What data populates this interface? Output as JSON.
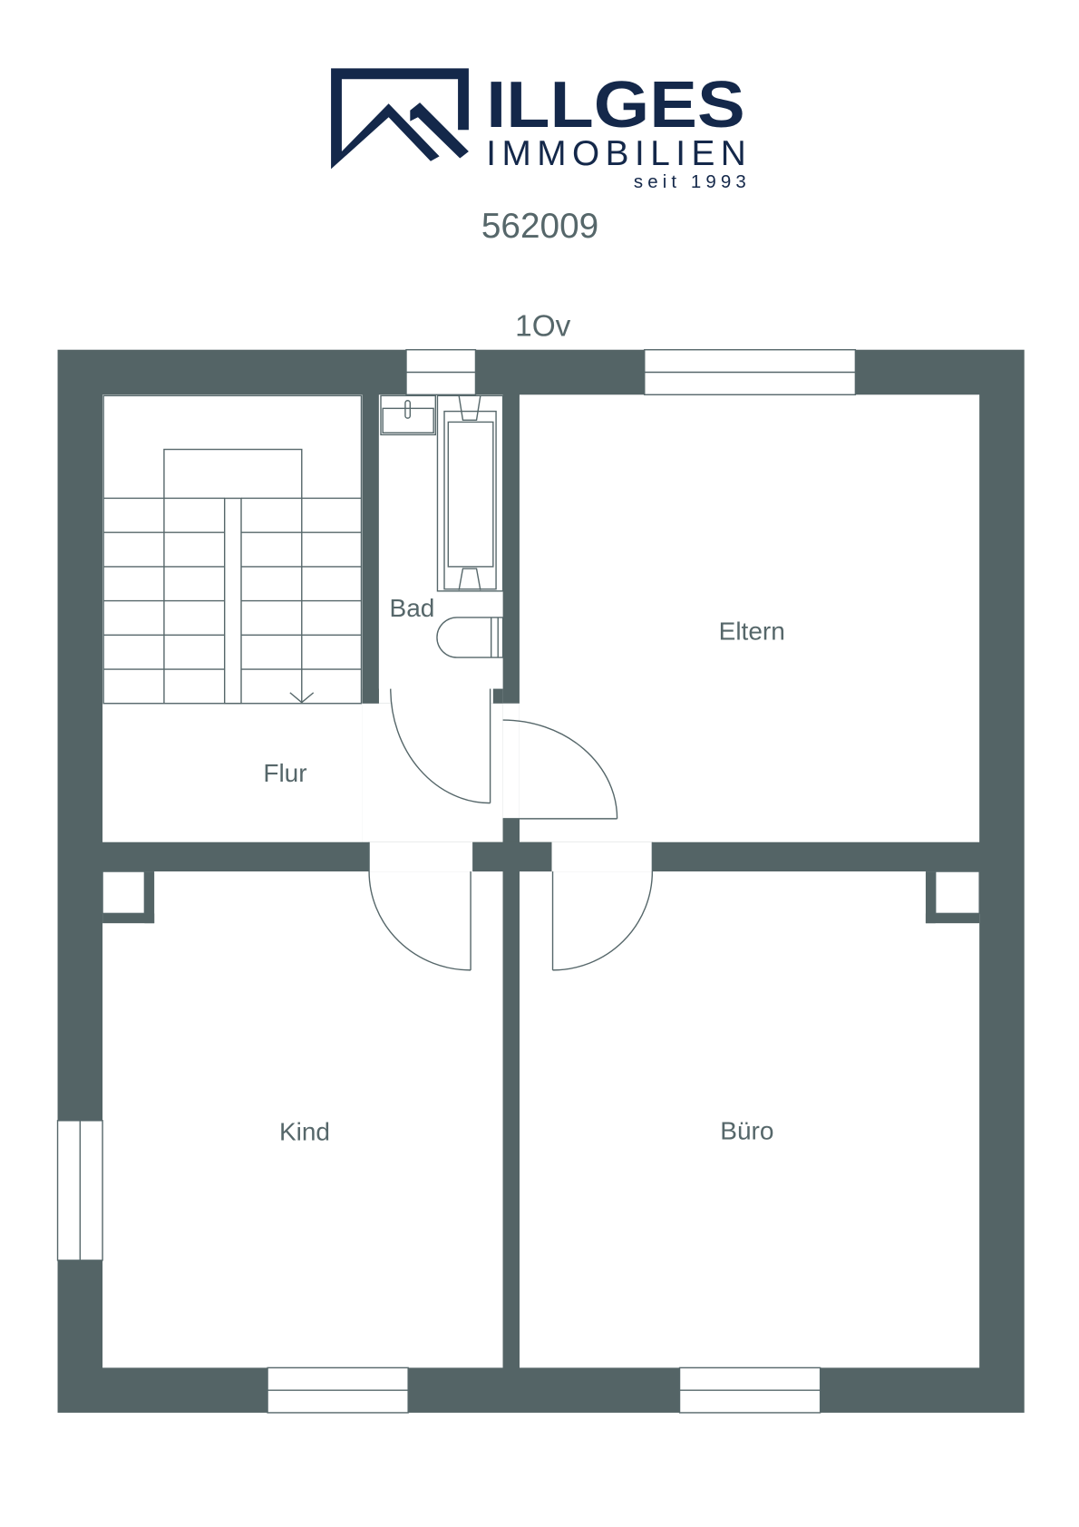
{
  "logo": {
    "brand": "ILLGES",
    "subtitle": "IMMOBILIEN",
    "since": "seit 1993"
  },
  "listing_id": "562009",
  "floor_label": "1Ov",
  "rooms": {
    "bad": "Bad",
    "eltern": "Eltern",
    "flur": "Flur",
    "kind": "Kind",
    "buero": "Büro"
  },
  "colors": {
    "wall": "#546466",
    "logo": "#14284a",
    "text": "#5b6b6d"
  }
}
